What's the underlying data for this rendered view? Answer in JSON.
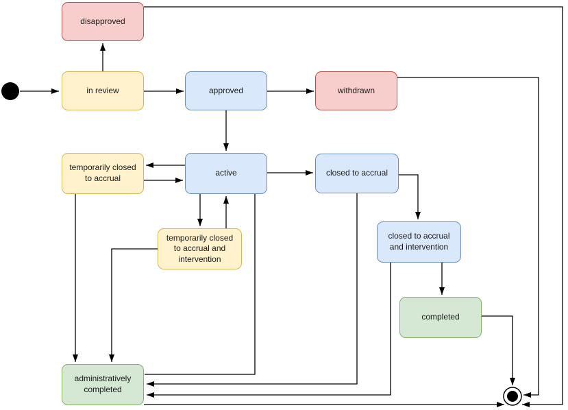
{
  "diagram": {
    "type": "uml-state-machine",
    "states": [
      {
        "id": "disapproved",
        "label": "disapproved",
        "color": "red"
      },
      {
        "id": "in-review",
        "label": "in review",
        "color": "yellow"
      },
      {
        "id": "approved",
        "label": "approved",
        "color": "blue"
      },
      {
        "id": "withdrawn",
        "label": "withdrawn",
        "color": "red"
      },
      {
        "id": "temporarily-closed-to-accrual",
        "label": "temporarily closed to accrual",
        "color": "yellow"
      },
      {
        "id": "active",
        "label": "active",
        "color": "blue"
      },
      {
        "id": "closed-to-accrual",
        "label": "closed to accrual",
        "color": "blue"
      },
      {
        "id": "temporarily-closed-to-accrual-and-intervention",
        "label": "temporarily closed to accrual and intervention",
        "color": "yellow"
      },
      {
        "id": "closed-to-accrual-and-intervention",
        "label": "closed to accrual and intervention",
        "color": "blue"
      },
      {
        "id": "completed",
        "label": "completed",
        "color": "green"
      },
      {
        "id": "administratively-completed",
        "label": "administratively completed",
        "color": "green"
      }
    ],
    "pseudostates": [
      {
        "id": "initial",
        "type": "initial-state"
      },
      {
        "id": "final",
        "type": "final-state"
      }
    ],
    "transitions": [
      {
        "from": "initial",
        "to": "in review"
      },
      {
        "from": "in review",
        "to": "disapproved"
      },
      {
        "from": "in review",
        "to": "approved"
      },
      {
        "from": "approved",
        "to": "withdrawn"
      },
      {
        "from": "approved",
        "to": "active"
      },
      {
        "from": "active",
        "to": "temporarily closed to accrual"
      },
      {
        "from": "temporarily closed to accrual",
        "to": "active"
      },
      {
        "from": "active",
        "to": "closed to accrual"
      },
      {
        "from": "active",
        "to": "temporarily closed to accrual and intervention"
      },
      {
        "from": "temporarily closed to accrual and intervention",
        "to": "active"
      },
      {
        "from": "closed to accrual",
        "to": "closed to accrual and intervention"
      },
      {
        "from": "closed to accrual",
        "to": "administratively completed"
      },
      {
        "from": "closed to accrual and intervention",
        "to": "administratively completed"
      },
      {
        "from": "closed to accrual and intervention",
        "to": "completed"
      },
      {
        "from": "completed",
        "to": "final"
      },
      {
        "from": "temporarily closed to accrual",
        "to": "administratively completed"
      },
      {
        "from": "temporarily closed to accrual and intervention",
        "to": "administratively completed"
      },
      {
        "from": "active",
        "to": "administratively completed"
      },
      {
        "from": "withdrawn",
        "to": "final"
      },
      {
        "from": "disapproved",
        "to": "final"
      },
      {
        "from": "administratively completed",
        "to": "final"
      }
    ],
    "palette": {
      "yellow_fill": "#FFF2CC",
      "yellow_stroke": "#D6B656",
      "blue_fill": "#DAE8FC",
      "blue_stroke": "#6C8EBF",
      "red_fill": "#F8CECC",
      "red_stroke": "#B85450",
      "green_fill": "#D5E8D4",
      "green_stroke": "#82B366",
      "edge_color": "#000000",
      "background": "#FFFFFF"
    }
  }
}
